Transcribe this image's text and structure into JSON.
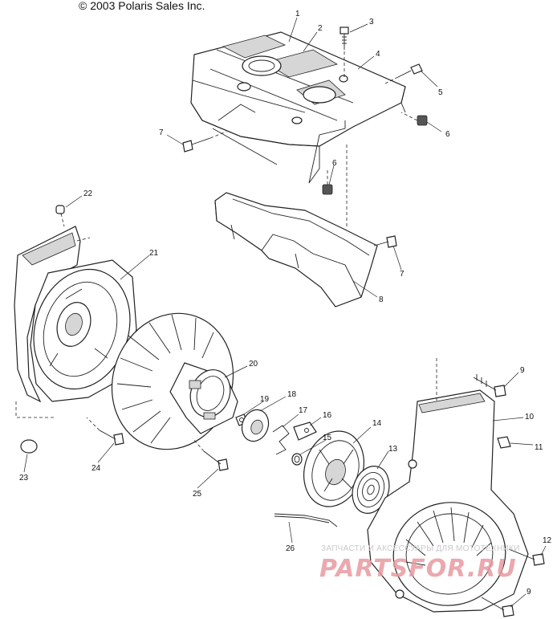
{
  "copyright": "© 2003 Polaris Sales Inc.",
  "watermark": {
    "caption": "ЗАПЧАСТИ И АКСЕССУАРЫ ДЛЯ МОТОТЕХНИКИ",
    "brand": "PARTSFOR.RU"
  },
  "callouts": [
    "1",
    "2",
    "3",
    "4",
    "5",
    "6",
    "7",
    "6",
    "7",
    "8",
    "9",
    "10",
    "11",
    "12",
    "9",
    "13",
    "14",
    "15",
    "16",
    "17",
    "18",
    "19",
    "20",
    "21",
    "22",
    "23",
    "24",
    "25",
    "26"
  ]
}
